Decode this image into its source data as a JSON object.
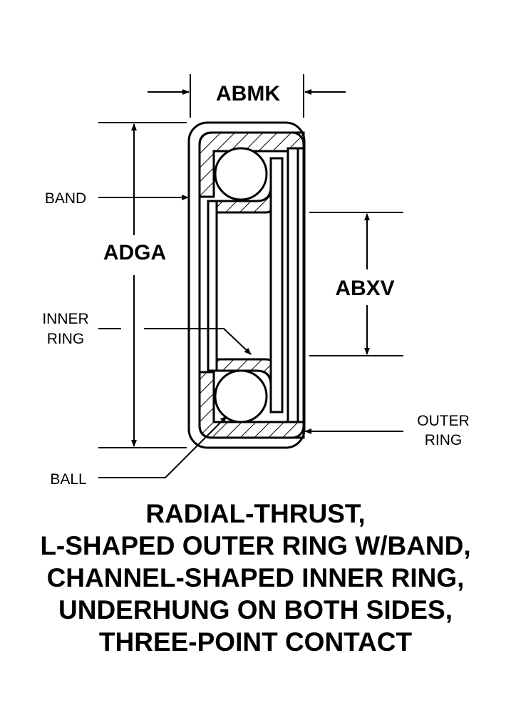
{
  "dimensions": {
    "width_code": "ABMK",
    "height_code": "ADGA",
    "bore_code": "ABXV"
  },
  "parts": {
    "band": "BAND",
    "inner_ring": [
      "INNER",
      "RING"
    ],
    "outer_ring": [
      "OUTER",
      "RING"
    ],
    "ball": "BALL"
  },
  "caption": [
    "RADIAL-THRUST,",
    "L-SHAPED OUTER RING W/BAND,",
    "CHANNEL-SHAPED INNER RING,",
    "UNDERHUNG ON BOTH SIDES,",
    "THREE-POINT CONTACT"
  ],
  "colors": {
    "ink": "#000000",
    "paper": "#ffffff"
  }
}
